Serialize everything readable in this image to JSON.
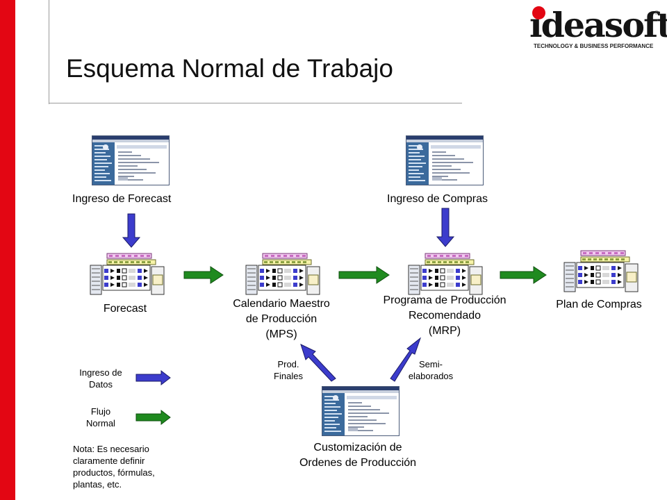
{
  "title": "Esquema Normal de Trabajo",
  "brand": {
    "name": "ideasoft",
    "registered": "®",
    "tagline": "TECHNOLOGY & BUSINESS PERFORMANCE",
    "accent_color": "#e30613"
  },
  "inputs": {
    "forecast": "Ingreso de Forecast",
    "compras": "Ingreso de Compras",
    "customizacion": [
      "Customización de",
      "Ordenes de Producción"
    ]
  },
  "nodes": {
    "forecast": [
      "Forecast"
    ],
    "mps": [
      "Calendario Maestro",
      "de Producción",
      "(MPS)"
    ],
    "mrp": [
      "Programa de Producción",
      "Recomendado",
      "(MRP)"
    ],
    "compras": [
      "Plan de Compras"
    ]
  },
  "edge_labels": {
    "finales": [
      "Prod.",
      "Finales"
    ],
    "semi": [
      "Semi-",
      "elaborados"
    ]
  },
  "legend": {
    "data_entry": [
      "Ingreso de",
      "Datos"
    ],
    "normal_flow": [
      "Flujo",
      "Normal"
    ],
    "data_entry_color": "#3c3ccc",
    "normal_flow_color": "#1f8a1f"
  },
  "note": [
    "Nota: Es necesario",
    "claramente definir",
    "productos, fórmulas,",
    "plantas, etc."
  ]
}
